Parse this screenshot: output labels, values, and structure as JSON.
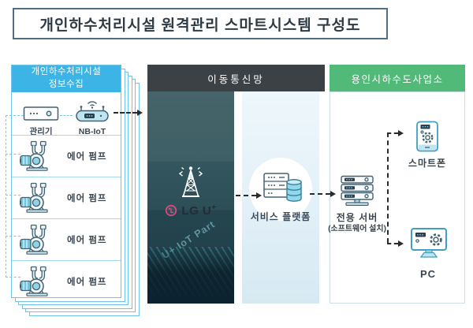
{
  "title": "개인하수처리시설 원격관리 스마트시스템 구성도",
  "left_panel": {
    "header_line1": "개인하수처리시설",
    "header_line2": "정보수집",
    "controller_label": "관리기",
    "nbiot_label": "NB-IoT",
    "pumps": [
      "에어 펌프",
      "에어 펌프",
      "에어 펌프",
      "에어 펌프"
    ]
  },
  "mid_panel": {
    "header": "이동통신망",
    "carrier_name": "LG U",
    "carrier_sup": "+",
    "watermark": "U+ IoT Part",
    "platform_label": "서비스 플랫폼"
  },
  "right_panel": {
    "header": "용인시하수도사업소",
    "smartphone_label": "스마트폰",
    "server_label": "전용 서버",
    "server_sublabel": "(소프트웨어 설치)",
    "pc_label": "PC"
  },
  "icons": {
    "controller": "controller-box-icon",
    "nbiot": "nbiot-router-icon",
    "pump": "air-pump-icon",
    "antenna": "cell-tower-icon",
    "platform": "server-database-icon",
    "server": "server-rack-icon",
    "smartphone": "smartphone-gear-icon",
    "pc": "monitor-gear-icon",
    "lg_logo": "lg-uplus-logo"
  },
  "colors": {
    "left_header": "#3cb4e6",
    "mid_header": "#3b4145",
    "right_header": "#52ba79",
    "panel_border": "#6ec3e6",
    "dark_bg_top": "#466469",
    "dark_bg_bottom": "#1d3b46",
    "light_bg": "#e9f4fa",
    "arrow": "#2b2b2b",
    "lg_pink": "#e2487e",
    "icon_stroke": "#44606e",
    "icon_fill": "#bfe4f2"
  }
}
